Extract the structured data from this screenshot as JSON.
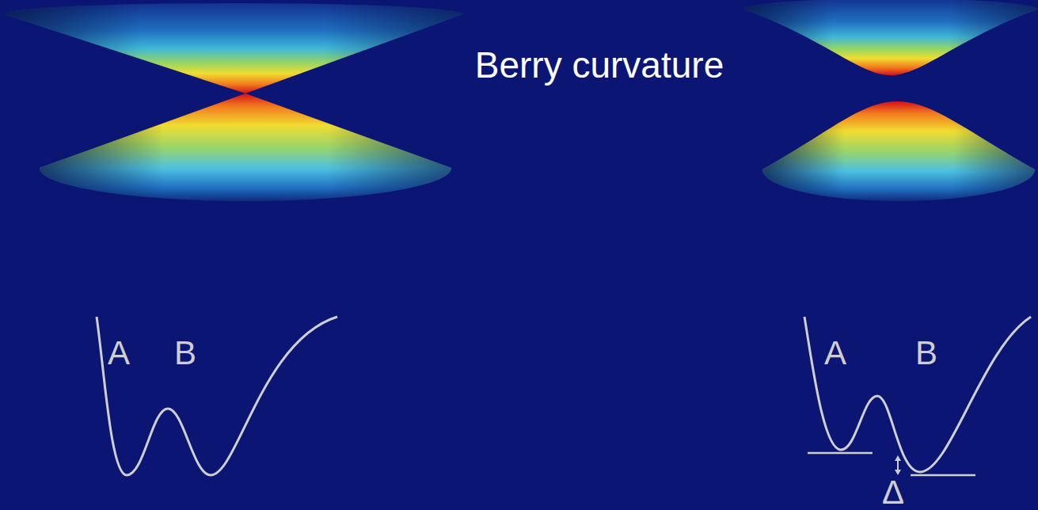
{
  "diagram": {
    "labels": [
      "Berry curvature",
      "A",
      "B",
      "A",
      "B",
      "Δ"
    ]
  }
}
